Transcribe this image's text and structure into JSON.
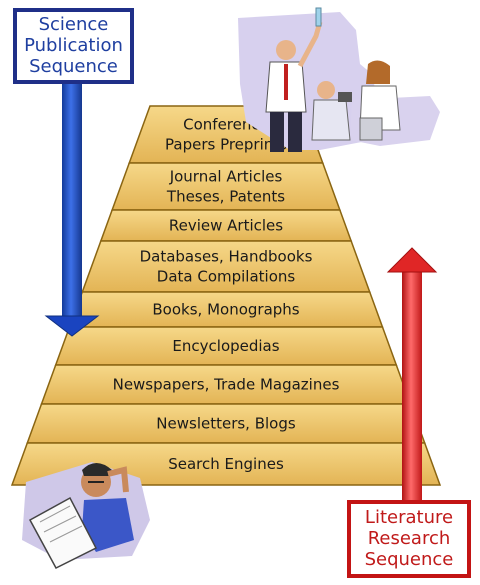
{
  "diagram": {
    "science_sequence": [
      "Science",
      "Publication",
      "Sequence"
    ],
    "literature_sequence": [
      "Literature",
      "Research",
      "Sequence"
    ],
    "pyramid_tiers": [
      [
        "Conference",
        "Papers   Preprints"
      ],
      [
        "Journal Articles",
        "Theses, Patents"
      ],
      [
        "Review Articles"
      ],
      [
        "Databases, Handbooks",
        "Data Compilations"
      ],
      [
        "Books, Monographs"
      ],
      [
        "Encyclopedias"
      ],
      [
        "Newspapers, Trade Magazines"
      ],
      [
        "Newsletters, Blogs"
      ],
      [
        "Search Engines"
      ]
    ],
    "colors": {
      "pyramid_fill": "#eec66e",
      "pyramid_outline": "#8a6512",
      "science_arrow": "#1e49c8",
      "literature_arrow": "#d81c1c",
      "science_border": "#1f2f88",
      "literature_border": "#c31414"
    }
  }
}
